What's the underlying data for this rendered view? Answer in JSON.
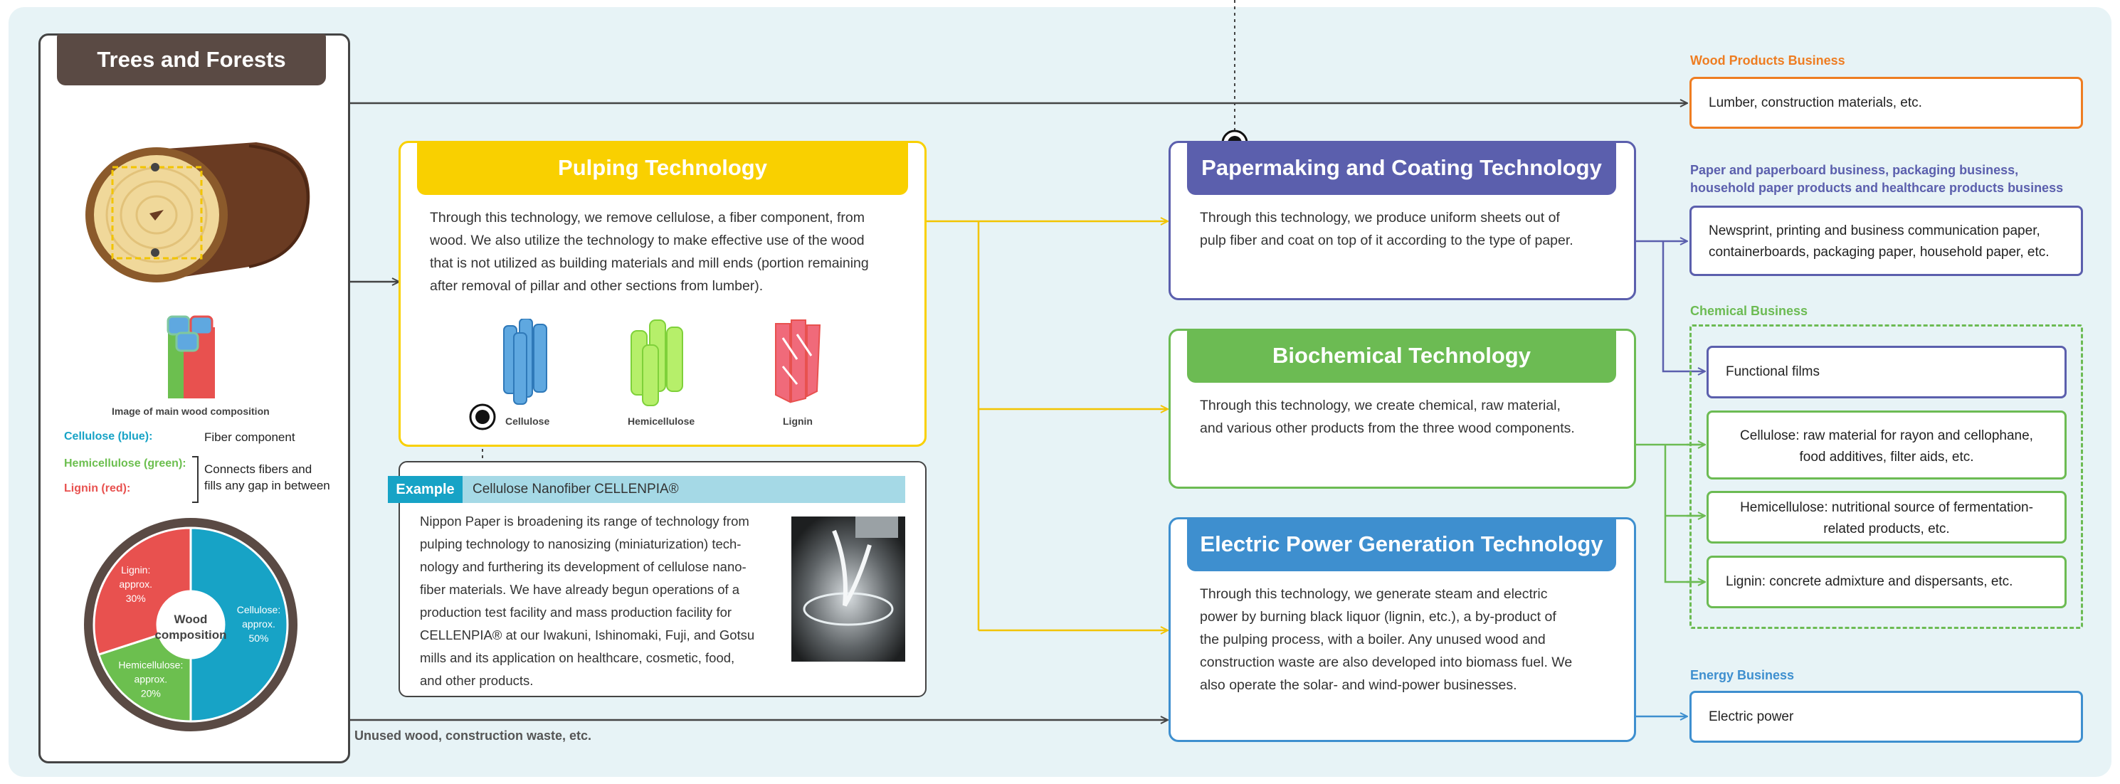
{
  "trees": {
    "title": "Trees and Forests",
    "composition_caption": "Image of main wood composition",
    "legend": [
      {
        "key": "Cellulose (blue):",
        "value": "Fiber component",
        "color": "#17a3c6"
      },
      {
        "key": "Hemicellulose (green):",
        "value": "Connects fibers and fills any gap in between",
        "color": "#6cbf4f"
      },
      {
        "key": "Lignin (red):",
        "value": "",
        "color": "#e8514f"
      }
    ],
    "legend_brace_text_1": "Connects fibers and",
    "legend_brace_text_2": "fills any gap in between"
  },
  "chart_data": {
    "type": "pie",
    "title": "Wood composition",
    "slices": [
      {
        "label": "Cellulose:",
        "sub": "approx.",
        "value": 50,
        "value_label": "50%",
        "color": "#17a3c6"
      },
      {
        "label": "Hemicellulose:",
        "sub": "approx.",
        "value": 20,
        "value_label": "20%",
        "color": "#6cbf4f"
      },
      {
        "label": "Lignin:",
        "sub": "approx.",
        "value": 30,
        "value_label": "30%",
        "color": "#e8514f"
      }
    ],
    "center_label_1": "Wood",
    "center_label_2": "composition"
  },
  "pulping": {
    "title": "Pulping Technology",
    "color": "#f9d000",
    "text": [
      "Through this technology, we remove cellulose, a fiber component, from",
      "wood. We also utilize the technology to make effective use of the wood",
      "that is not utilized as building materials and mill ends (portion remaining",
      "after removal of pillar and other sections from lumber)."
    ],
    "components": [
      "Cellulose",
      "Hemicellulose",
      "Lignin"
    ]
  },
  "example": {
    "tag": "Example",
    "title": "Cellulose Nanofiber CELLENPIA®",
    "text": [
      "Nippon Paper is broadening its range of technology from",
      "pulping technology to nanosizing (miniaturization) tech-",
      "nology and furthering its development of cellulose nano-",
      "fiber materials. We have already begun operations of a",
      "production test facility and mass production facility for",
      "CELLENPIA® at our Iwakuni, Ishinomaki, Fuji, and Gotsu",
      "mills and its application on healthcare, cosmetic, food,",
      "and other products."
    ]
  },
  "papermaking": {
    "title": "Papermaking and Coating Technology",
    "color": "#5b5fad",
    "text": [
      "Through this technology, we produce uniform sheets out of",
      "pulp fiber and coat on top of it according to the type of paper."
    ]
  },
  "biochemical": {
    "title": "Biochemical Technology",
    "color": "#6cbb53",
    "text": [
      "Through this technology, we create chemical, raw material,",
      "and various other products from the three wood components."
    ]
  },
  "electric": {
    "title": "Electric Power Generation Technology",
    "color": "#3e8fcf",
    "text": [
      "Through this technology, we generate steam and electric",
      "power by burning black liquor (lignin, etc.), a by-product of",
      "the pulping process, with a boiler. Any unused wood and",
      "construction waste are also developed into biomass fuel. We",
      "also operate the solar- and wind-power businesses."
    ]
  },
  "businesses": {
    "wood": {
      "label": "Wood Products Business",
      "item": "Lumber, construction materials, etc.",
      "color": "#ee7d22"
    },
    "paper": {
      "label_1": "Paper and paperboard business, packaging business,",
      "label_2": "household paper products and healthcare products business",
      "item_1": "Newsprint, printing and business communication paper,",
      "item_2": "containerboards, packaging paper, household paper, etc.",
      "color": "#5b5fad"
    },
    "chemical": {
      "label": "Chemical Business",
      "color": "#6cbb53",
      "functional_films": "Functional films",
      "cellulose_1": "Cellulose: raw material for rayon and cellophane,",
      "cellulose_2": "food additives, filter aids, etc.",
      "hemi_1": "Hemicellulose: nutritional source of fermentation-",
      "hemi_2": "related products, etc.",
      "lignin": "Lignin: concrete admixture and dispersants, etc."
    },
    "energy": {
      "label": "Energy Business",
      "item": "Electric power",
      "color": "#3e8fcf"
    }
  },
  "bottom_note": "Unused wood, construction waste, etc."
}
